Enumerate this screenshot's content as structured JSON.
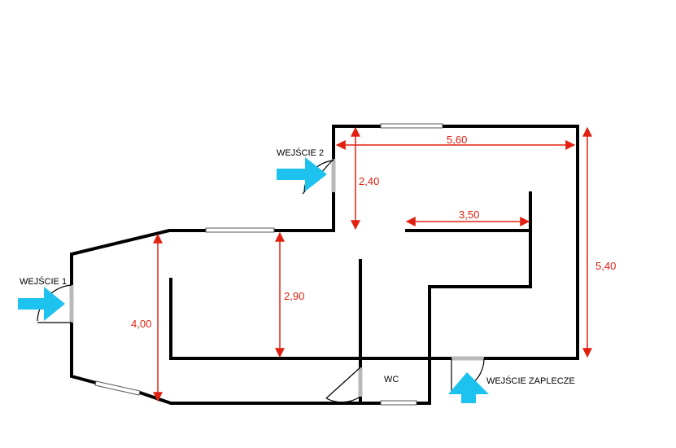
{
  "labels": {
    "entrance_1": "WEJŚCIE 1",
    "entrance_2": "WEJŚCIE 2",
    "entrance_back": "WEJŚCIE ZAPLECZE",
    "wc": "WC"
  },
  "dimensions": {
    "top_width": "5,60",
    "upper_height": "2,40",
    "inner_wall": "3,50",
    "right_height": "5,40",
    "middle_height": "2,90",
    "left_height": "4,00"
  },
  "colors": {
    "wall": "#000000",
    "dimension": "#e02010",
    "arrow": "#1ec2ef",
    "door": "#b9b9b9"
  }
}
